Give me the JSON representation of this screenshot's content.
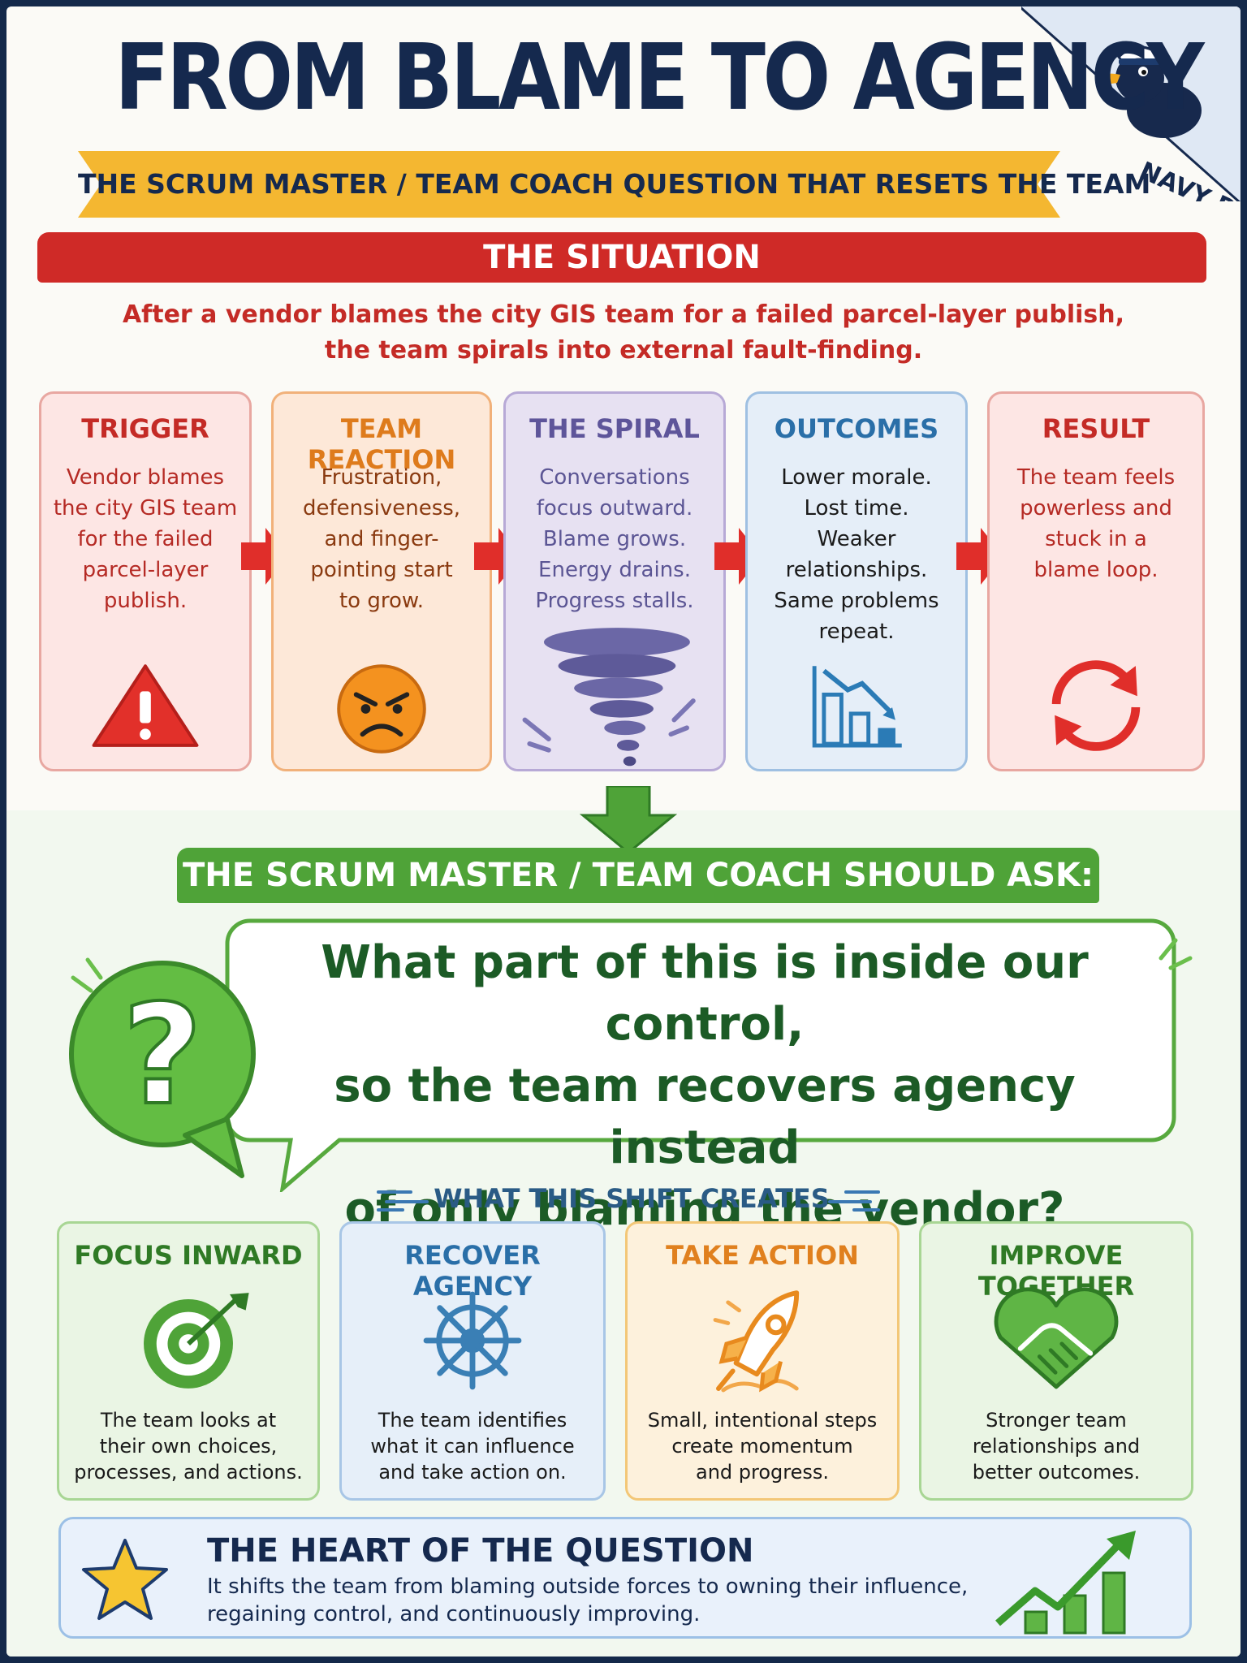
{
  "header": {
    "title": "FROM BLAME TO AGENCY",
    "subtitle": "THE SCRUM MASTER / TEAM COACH QUESTION THAT RESETS THE TEAM",
    "logo_text": "NAVY DUCK"
  },
  "situation": {
    "heading": "THE SITUATION",
    "description_line1": "After a vendor blames the city GIS team for a failed parcel-layer publish,",
    "description_line2": "the team spirals into external fault-finding."
  },
  "flow": [
    {
      "title": "TRIGGER",
      "lines": [
        "Vendor blames",
        "the city GIS team",
        "for the failed",
        "parcel-layer",
        "publish."
      ],
      "icon": "warning-icon"
    },
    {
      "title": "TEAM REACTION",
      "lines": [
        "Frustration,",
        "defensiveness,",
        "and finger-",
        "pointing start",
        "to grow."
      ],
      "icon": "angry-face-icon"
    },
    {
      "title": "THE SPIRAL",
      "lines": [
        "Conversations",
        "focus outward.",
        "Blame grows.",
        "Energy drains.",
        "Progress stalls."
      ],
      "icon": "tornado-icon"
    },
    {
      "title": "OUTCOMES",
      "lines": [
        "Lower morale.",
        "Lost time.",
        "Weaker",
        "relationships.",
        "Same problems",
        "repeat."
      ],
      "icon": "declining-chart-icon"
    },
    {
      "title": "RESULT",
      "lines": [
        "The team feels",
        "powerless and",
        "stuck in a",
        "blame loop."
      ],
      "icon": "loop-arrows-icon"
    }
  ],
  "ask": {
    "heading": "THE SCRUM MASTER / TEAM COACH SHOULD ASK:",
    "question_line1": "What part of this is inside our control,",
    "question_line2": "so the team recovers agency instead",
    "question_line3": "of only blaming the vendor?"
  },
  "shift": {
    "heading": "WHAT THIS SHIFT CREATES",
    "items": [
      {
        "title": "FOCUS INWARD",
        "lines": [
          "The team looks at",
          "their own choices,",
          "processes, and actions."
        ],
        "icon": "target-icon"
      },
      {
        "title": "RECOVER AGENCY",
        "lines": [
          "The team identifies",
          "what it can influence",
          "and take action on."
        ],
        "icon": "ship-wheel-icon"
      },
      {
        "title": "TAKE ACTION",
        "lines": [
          "Small, intentional steps",
          "create momentum",
          "and progress."
        ],
        "icon": "rocket-icon"
      },
      {
        "title": "IMPROVE TOGETHER",
        "lines": [
          "Stronger team",
          "relationships and",
          "better outcomes."
        ],
        "icon": "heart-handshake-icon"
      }
    ]
  },
  "heart": {
    "title": "THE HEART OF THE QUESTION",
    "body_line1": "It shifts the team from blaming outside forces to owning their influence,",
    "body_line2": "regaining control, and continuously improving."
  },
  "colors": {
    "navy": "#15294e",
    "red": "#cf2a27",
    "orange": "#e0801e",
    "purple": "#6f64a8",
    "blue": "#2a6fa8",
    "green": "#4fa338",
    "gold": "#f4b731"
  }
}
